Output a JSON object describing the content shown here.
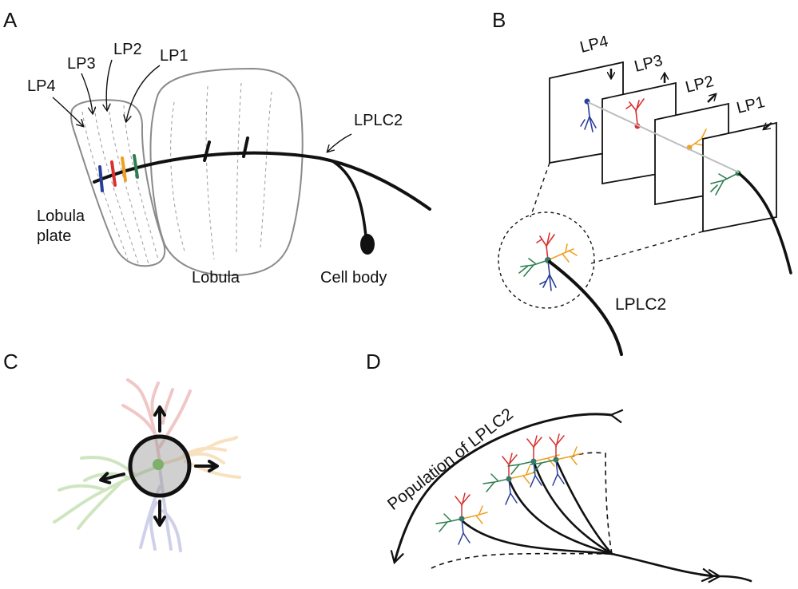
{
  "panels": {
    "a": {
      "letter": "A",
      "labels": {
        "lp1": "LP1",
        "lp2": "LP2",
        "lp3": "LP3",
        "lp4": "LP4",
        "lobula_plate_1": "Lobula",
        "lobula_plate_2": "plate",
        "lobula": "Lobula",
        "lplc2": "LPLC2",
        "cell_body": "Cell body"
      }
    },
    "b": {
      "letter": "B",
      "labels": {
        "lp4": "LP4",
        "lp3": "LP3",
        "lp2": "LP2",
        "lp1": "LP1",
        "lplc2": "LPLC2"
      }
    },
    "c": {
      "letter": "C"
    },
    "d": {
      "letter": "D",
      "labels": {
        "population": "Population of LPLC2"
      }
    }
  },
  "colors": {
    "lp1": "#2e7d4f",
    "lp2": "#f0a020",
    "lp3": "#d93030",
    "lp4": "#2a3f9a",
    "outline": "#8a8a8a",
    "ink": "#111111"
  }
}
